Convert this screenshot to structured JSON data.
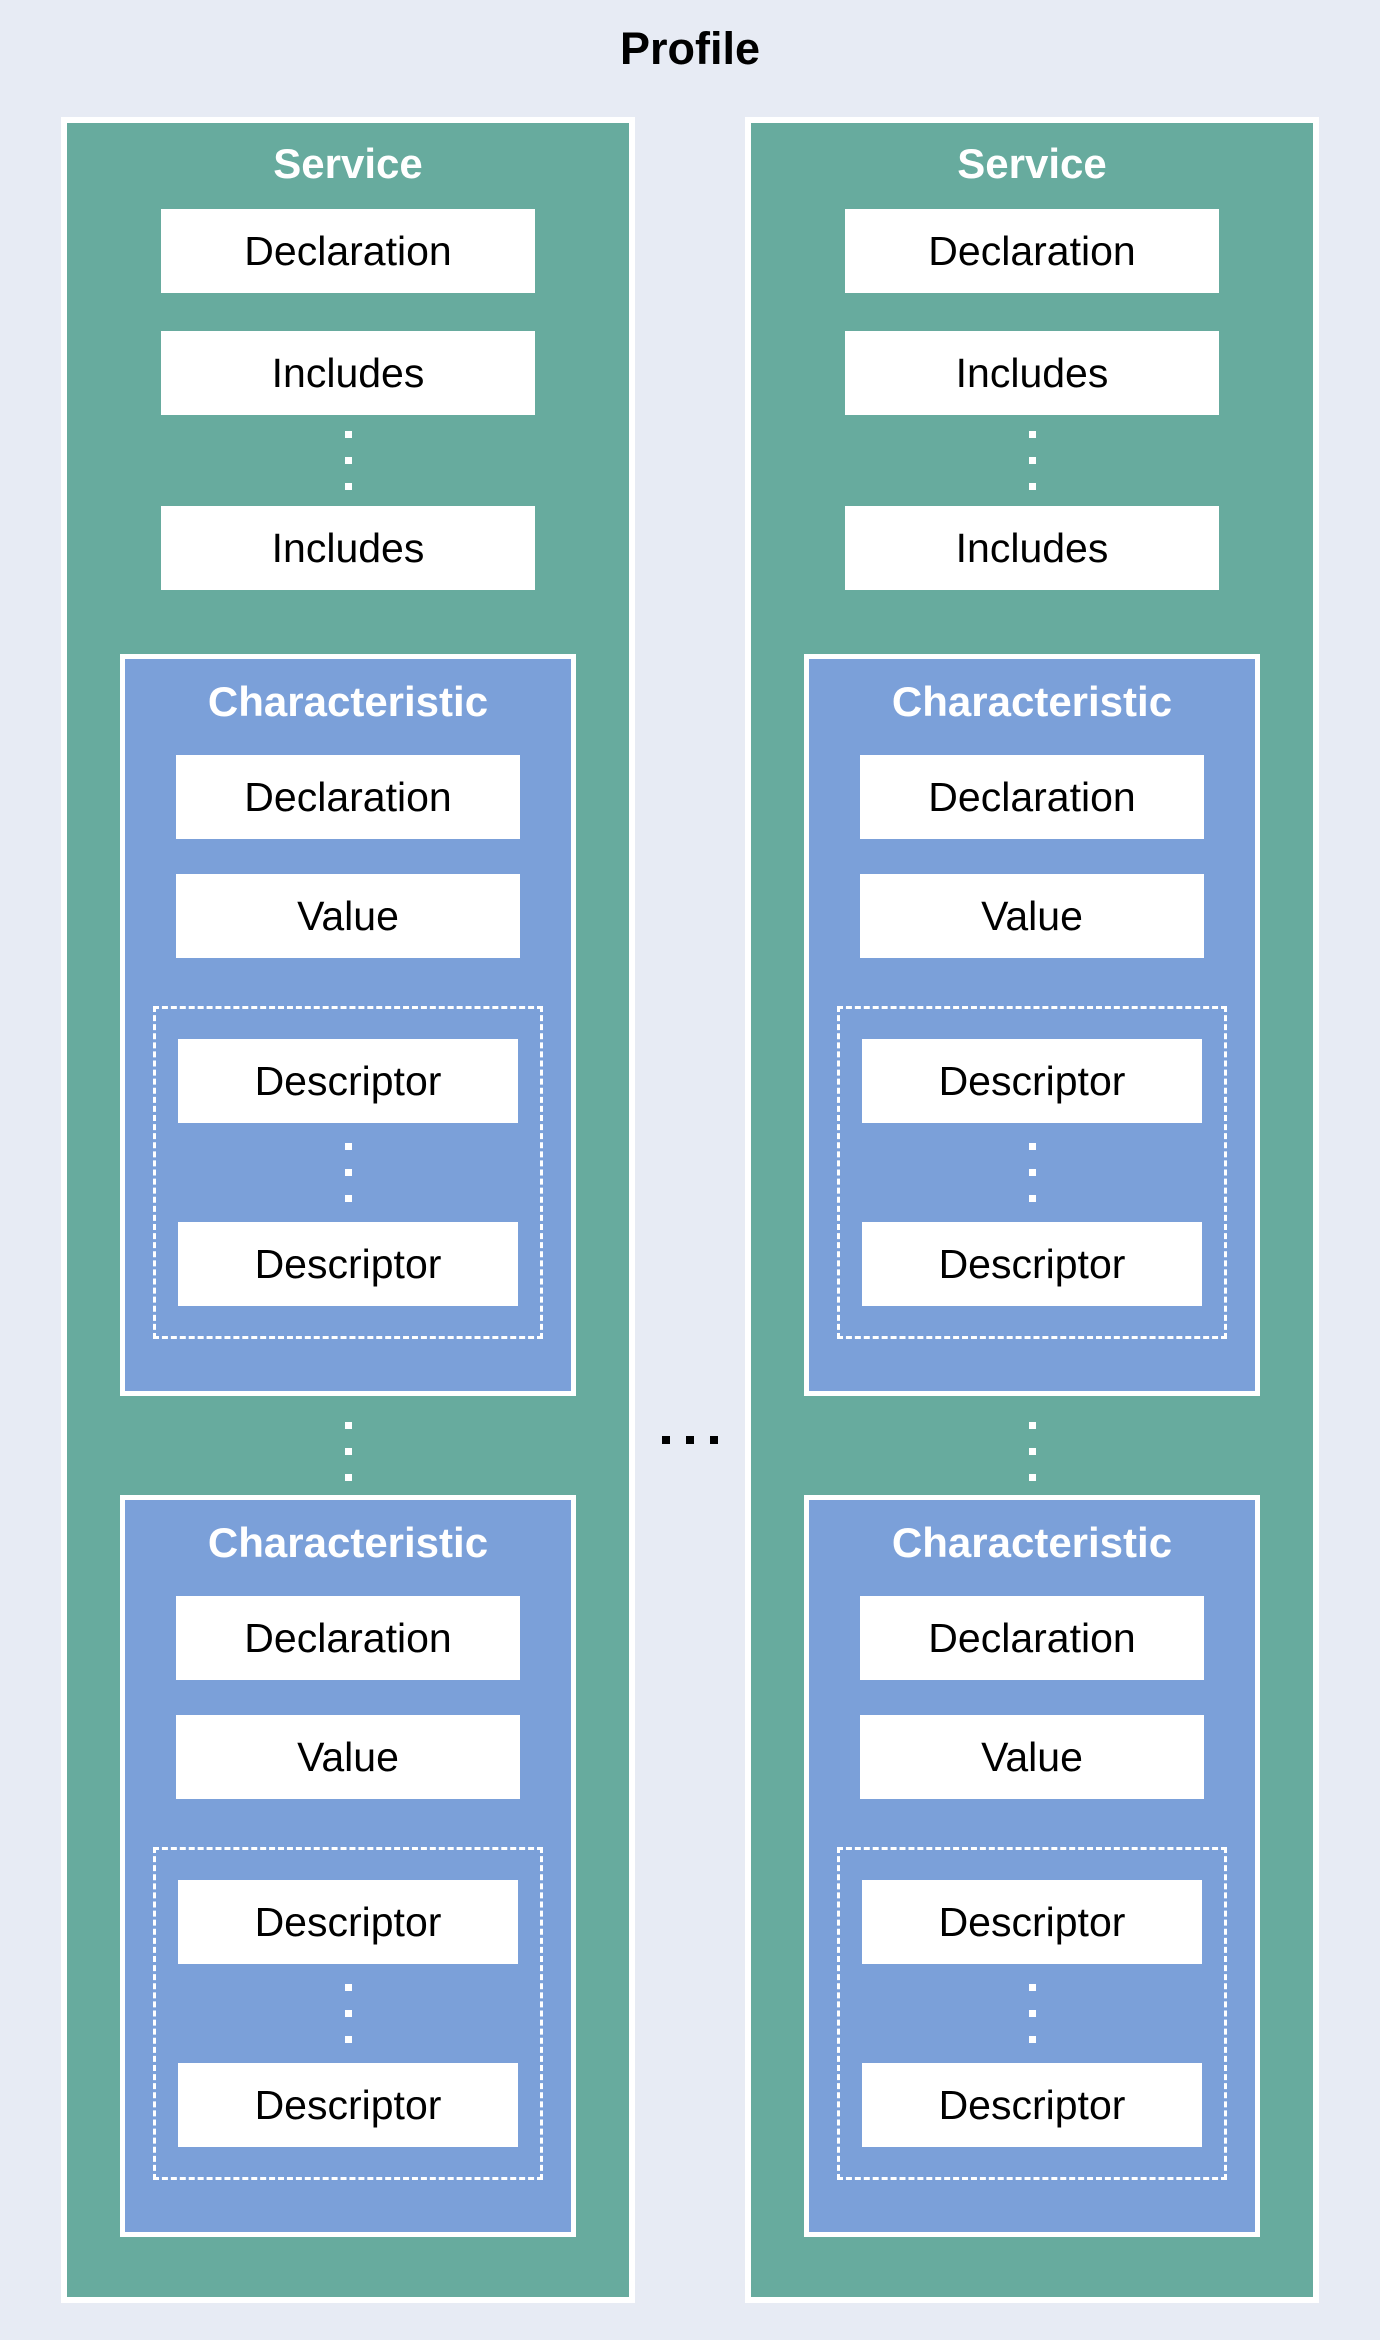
{
  "title": "Profile",
  "colors": {
    "background": "#E7EBF4",
    "service_fill": "#67AB9E",
    "characteristic_fill": "#7BA0D9",
    "box_fill": "#FFFFFF",
    "border": "#FFFFFF",
    "header_text": "#FFFFFF",
    "box_text": "#000000",
    "ellipsis_between_services": "#000000",
    "ellipsis_within_blocks": "#FFFFFF"
  },
  "icons": {
    "vertical_ellipsis": "three stacked square dots",
    "horizontal_ellipsis": "three inline square dots"
  },
  "services": [
    {
      "label": "Service",
      "declaration": "Declaration",
      "includes_first": "Includes",
      "includes_last": "Includes",
      "characteristics": [
        {
          "label": "Characteristic",
          "declaration": "Declaration",
          "value": "Value",
          "descriptor_first": "Descriptor",
          "descriptor_last": "Descriptor"
        },
        {
          "label": "Characteristic",
          "declaration": "Declaration",
          "value": "Value",
          "descriptor_first": "Descriptor",
          "descriptor_last": "Descriptor"
        }
      ]
    },
    {
      "label": "Service",
      "declaration": "Declaration",
      "includes_first": "Includes",
      "includes_last": "Includes",
      "characteristics": [
        {
          "label": "Characteristic",
          "declaration": "Declaration",
          "value": "Value",
          "descriptor_first": "Descriptor",
          "descriptor_last": "Descriptor"
        },
        {
          "label": "Characteristic",
          "declaration": "Declaration",
          "value": "Value",
          "descriptor_first": "Descriptor",
          "descriptor_last": "Descriptor"
        }
      ]
    }
  ]
}
